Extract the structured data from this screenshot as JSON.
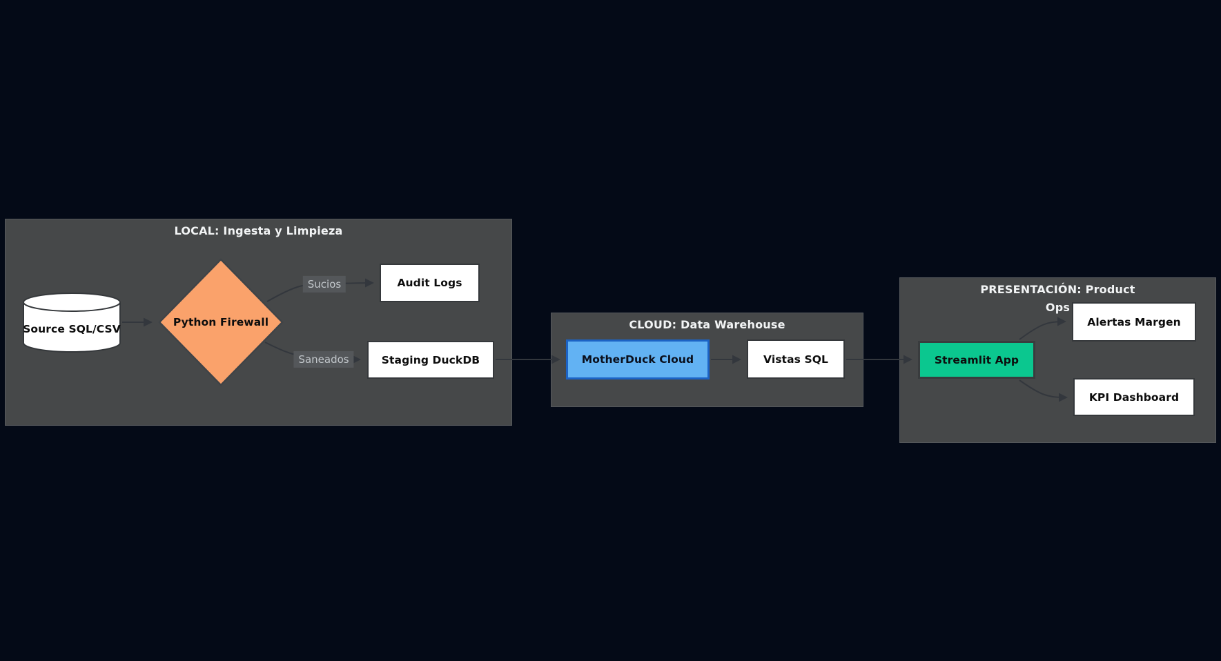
{
  "diagram_type": "flowchart",
  "groups": {
    "local": {
      "title": "LOCAL: Ingesta y Limpieza"
    },
    "cloud": {
      "title": "CLOUD: Data Warehouse"
    },
    "presentacion": {
      "title_line1": "PRESENTACIÓN: Product",
      "title_line2": "Ops"
    }
  },
  "nodes": {
    "source": {
      "label": "Source SQL/CSV",
      "shape": "cylinder"
    },
    "firewall": {
      "label": "Python Firewall",
      "shape": "diamond"
    },
    "audit": {
      "label": "Audit Logs",
      "shape": "rect"
    },
    "staging": {
      "label": "Staging DuckDB",
      "shape": "rect"
    },
    "motherduck": {
      "label": "MotherDuck Cloud",
      "shape": "rect"
    },
    "vistas": {
      "label": "Vistas SQL",
      "shape": "rect"
    },
    "streamlit": {
      "label": "Streamlit App",
      "shape": "rect"
    },
    "alertas": {
      "label": "Alertas Margen",
      "shape": "rect"
    },
    "kpi": {
      "label": "KPI Dashboard",
      "shape": "rect"
    }
  },
  "edges": [
    {
      "from": "Source SQL/CSV",
      "to": "Python Firewall",
      "label": ""
    },
    {
      "from": "Python Firewall",
      "to": "Audit Logs",
      "label": "Sucios"
    },
    {
      "from": "Python Firewall",
      "to": "Staging DuckDB",
      "label": "Saneados"
    },
    {
      "from": "Staging DuckDB",
      "to": "MotherDuck Cloud",
      "label": ""
    },
    {
      "from": "MotherDuck Cloud",
      "to": "Vistas SQL",
      "label": ""
    },
    {
      "from": "Vistas SQL",
      "to": "Streamlit App",
      "label": ""
    },
    {
      "from": "Streamlit App",
      "to": "Alertas Margen",
      "label": ""
    },
    {
      "from": "Streamlit App",
      "to": "KPI Dashboard",
      "label": ""
    }
  ],
  "colors": {
    "background": "#040a17",
    "group_fill": "#464849",
    "group_border": "#56595d",
    "group_title_text": "#f2f4f5",
    "node_fill": "#ffffff",
    "node_border": "#35383b",
    "node_text": "#0d0d0d",
    "diamond_fill": "#faa26b",
    "motherduck_fill": "#62b2f3",
    "motherduck_border": "#1c63c5",
    "streamlit_fill": "#0bc78f",
    "edge_stroke": "#33373d",
    "edge_label_bg": "#54575a",
    "edge_label_text": "#c2c7cb"
  }
}
